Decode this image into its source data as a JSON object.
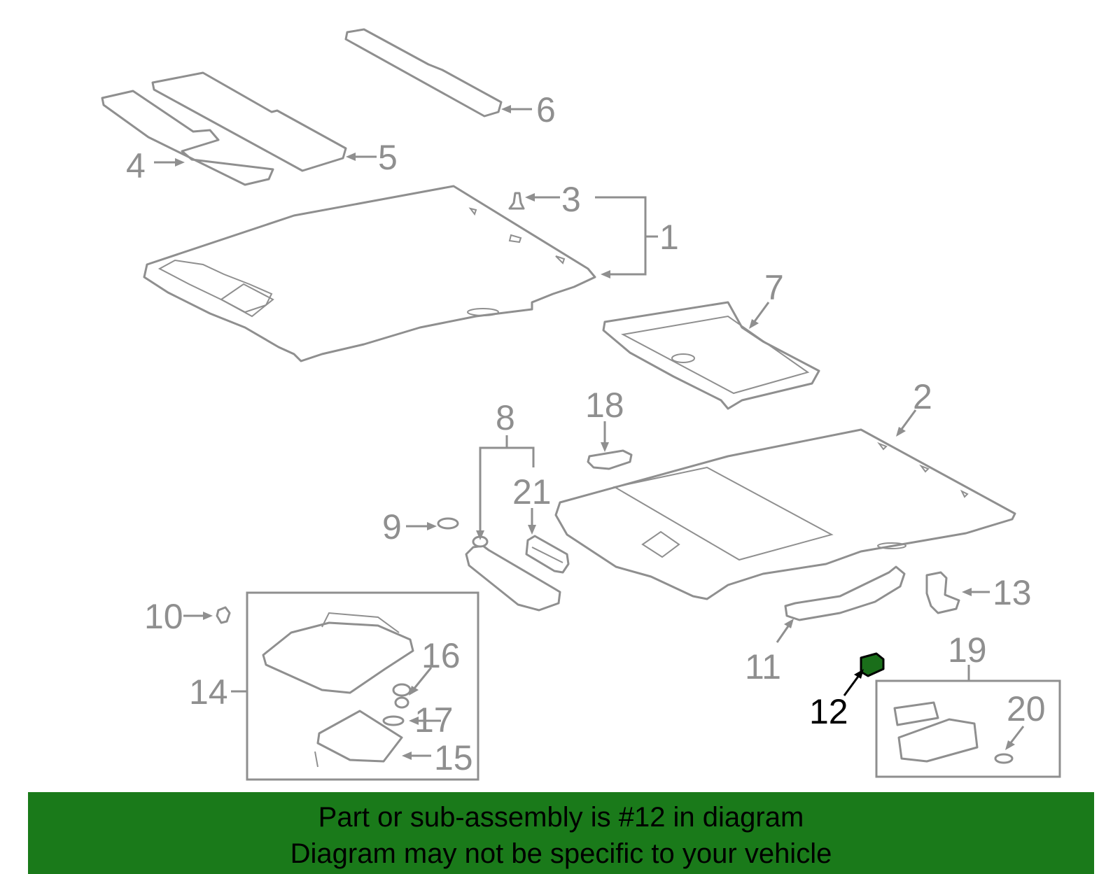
{
  "callouts": {
    "c1": "1",
    "c2": "2",
    "c3": "3",
    "c4": "4",
    "c5": "5",
    "c6": "6",
    "c7": "7",
    "c8": "8",
    "c9": "9",
    "c10": "10",
    "c11": "11",
    "c12": "12",
    "c13": "13",
    "c14": "14",
    "c15": "15",
    "c16": "16",
    "c17": "17",
    "c18": "18",
    "c19": "19",
    "c20": "20",
    "c21": "21"
  },
  "highlight": {
    "part": "12",
    "color": "#1a7a1a"
  },
  "banner": {
    "color": "#1a7a1a",
    "line1": "Part or sub-assembly is #12 in diagram",
    "line2": "Diagram may not be specific to your vehicle"
  }
}
